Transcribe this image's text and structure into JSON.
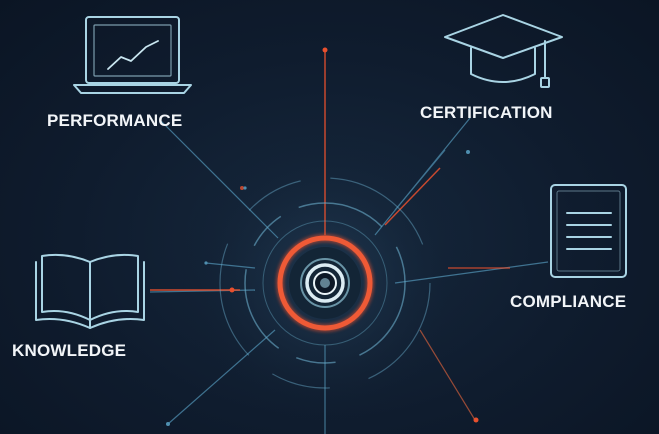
{
  "nodes": {
    "performance": {
      "label": "PERFORMANCE",
      "icon": "laptop-chart-icon"
    },
    "certification": {
      "label": "CERTIFICATION",
      "icon": "graduation-cap-icon"
    },
    "compliance": {
      "label": "COMPLIANCE",
      "icon": "document-icon"
    },
    "knowledge": {
      "label": "KNOWLEDGE",
      "icon": "open-book-icon"
    }
  },
  "colors": {
    "background": "#0e1a2b",
    "line_blue": "#4f8fb0",
    "icon_stroke": "#a9d4e4",
    "accent_orange": "#e8502e",
    "text": "#f2f5f8"
  }
}
